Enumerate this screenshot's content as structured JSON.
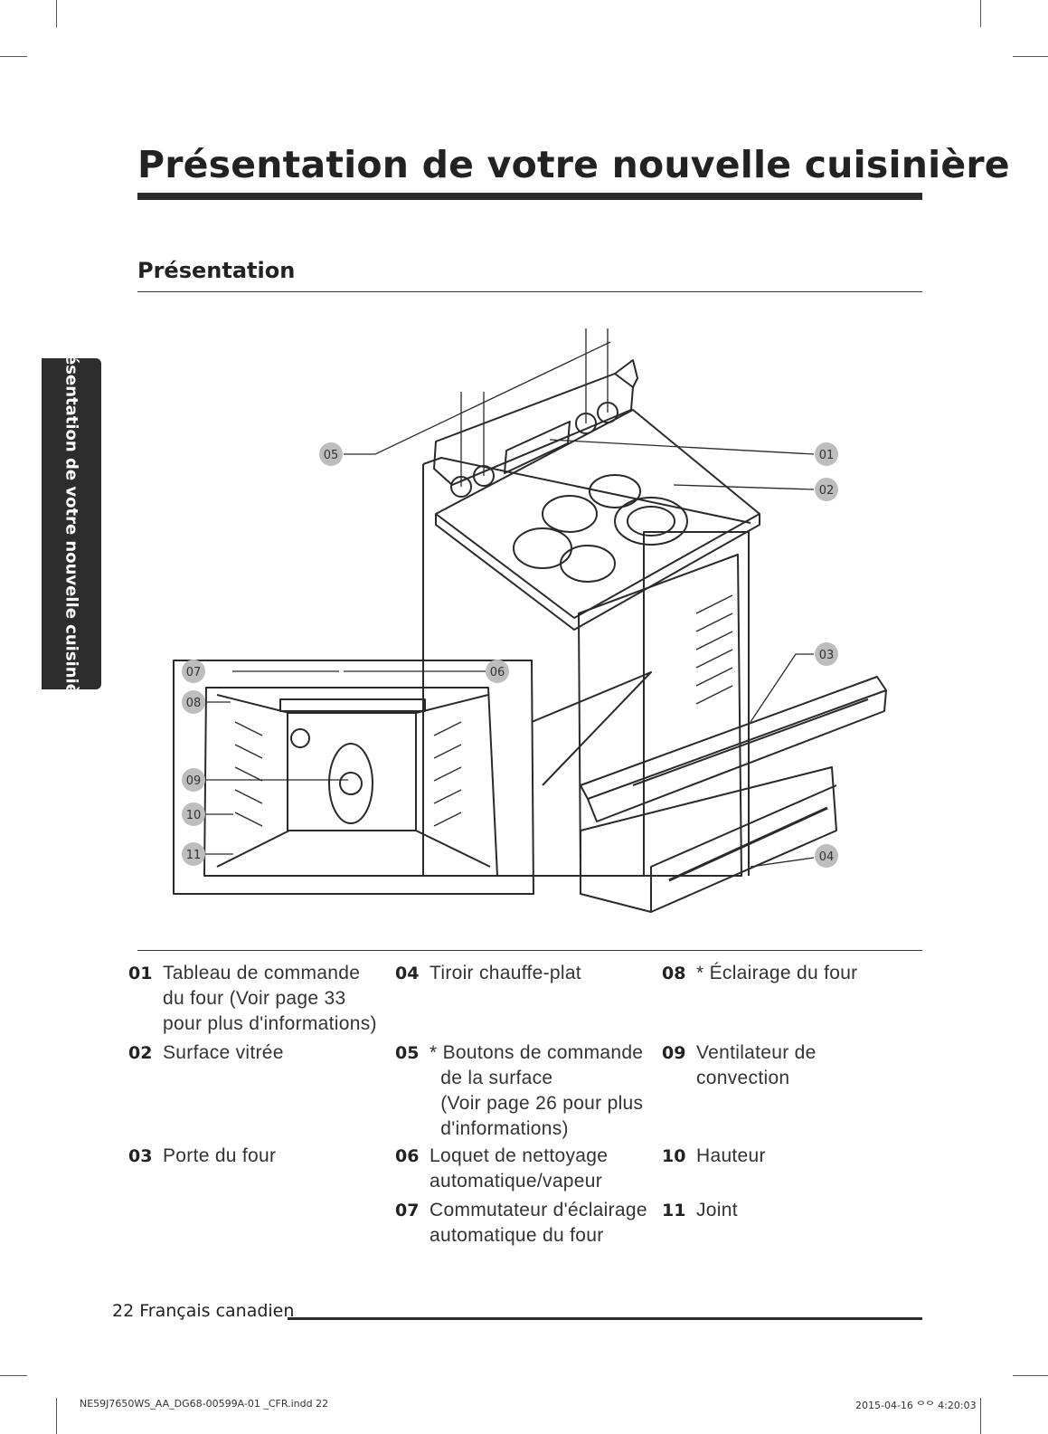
{
  "page": {
    "title": "Présentation de votre nouvelle cuisinière",
    "section": "Présentation",
    "side_tab": "Présentation de votre nouvelle cuisinière",
    "footer": "22 Français canadien",
    "slug_left": "NE59J7650WS_AA_DG68-00599A-01 _CFR.indd   22",
    "slug_right": "2015-04-16   ᄋᄋ 4:20:03"
  },
  "callouts": {
    "c01": "01",
    "c02": "02",
    "c03": "03",
    "c04": "04",
    "c05": "05",
    "c06": "06",
    "c07": "07",
    "c08": "08",
    "c09": "09",
    "c10": "10",
    "c11": "11"
  },
  "legend": {
    "i01": {
      "num": "01",
      "text": "Tableau de commande\ndu four (Voir page 33\npour plus d'informations)"
    },
    "i02": {
      "num": "02",
      "text": "Surface vitrée"
    },
    "i03": {
      "num": "03",
      "text": "Porte du four"
    },
    "i04": {
      "num": "04",
      "text": "Tiroir chauffe-plat"
    },
    "i05": {
      "num": "05",
      "text": "* Boutons de commande\n  de la surface\n  (Voir page 26 pour plus\n  d'informations)"
    },
    "i06": {
      "num": "06",
      "text": "Loquet de nettoyage\nautomatique/vapeur"
    },
    "i07": {
      "num": "07",
      "text": "Commutateur d'éclairage\nautomatique du four"
    },
    "i08": {
      "num": "08",
      "text": "* Éclairage du four"
    },
    "i09": {
      "num": "09",
      "text": "Ventilateur de\nconvection"
    },
    "i10": {
      "num": "10",
      "text": "Hauteur"
    },
    "i11": {
      "num": "11",
      "text": "Joint"
    }
  }
}
